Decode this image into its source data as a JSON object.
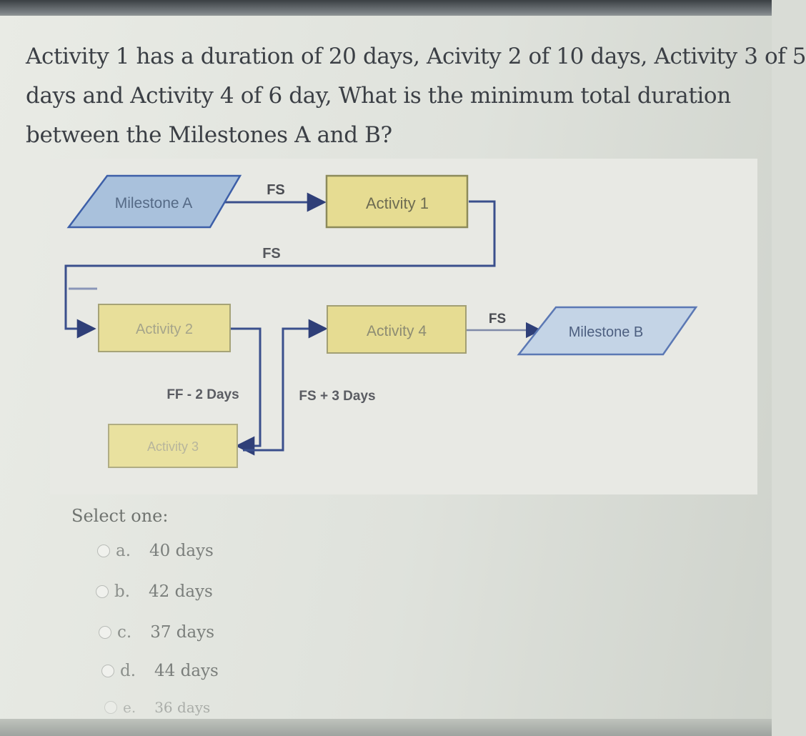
{
  "question": {
    "line1": "Activity 1 has a duration of 20 days, Acivity 2 of 10 days, Activity 3 of 5",
    "line2": "days and Activity 4 of 6 day, What is the minimum total duration",
    "line3": "between the Milestones A and B?"
  },
  "diagram": {
    "milestone_a": "Milestone A",
    "milestone_b": "Milestone B",
    "activity_1": "Activity 1",
    "activity_2": "Activity 2",
    "activity_3": "Activity 3",
    "activity_4": "Activity 4",
    "link_a_to_1": "FS",
    "link_1_to_2": "FS",
    "link_2_to_3": "FF - 2 Days",
    "link_3_to_4": "FS + 3 Days",
    "link_4_to_b": "FS"
  },
  "answers": {
    "prompt": "Select one:",
    "options": [
      {
        "letter": "a.",
        "text": "40 days"
      },
      {
        "letter": "b.",
        "text": "42 days"
      },
      {
        "letter": "c.",
        "text": "37 days"
      },
      {
        "letter": "d.",
        "text": "44 days"
      },
      {
        "letter": "e.",
        "text": "36 days"
      }
    ]
  },
  "colors": {
    "milestone_fill": "#a9c1dc",
    "activity_fill": "#e6dc92",
    "line_color": "#3a4f8c"
  }
}
